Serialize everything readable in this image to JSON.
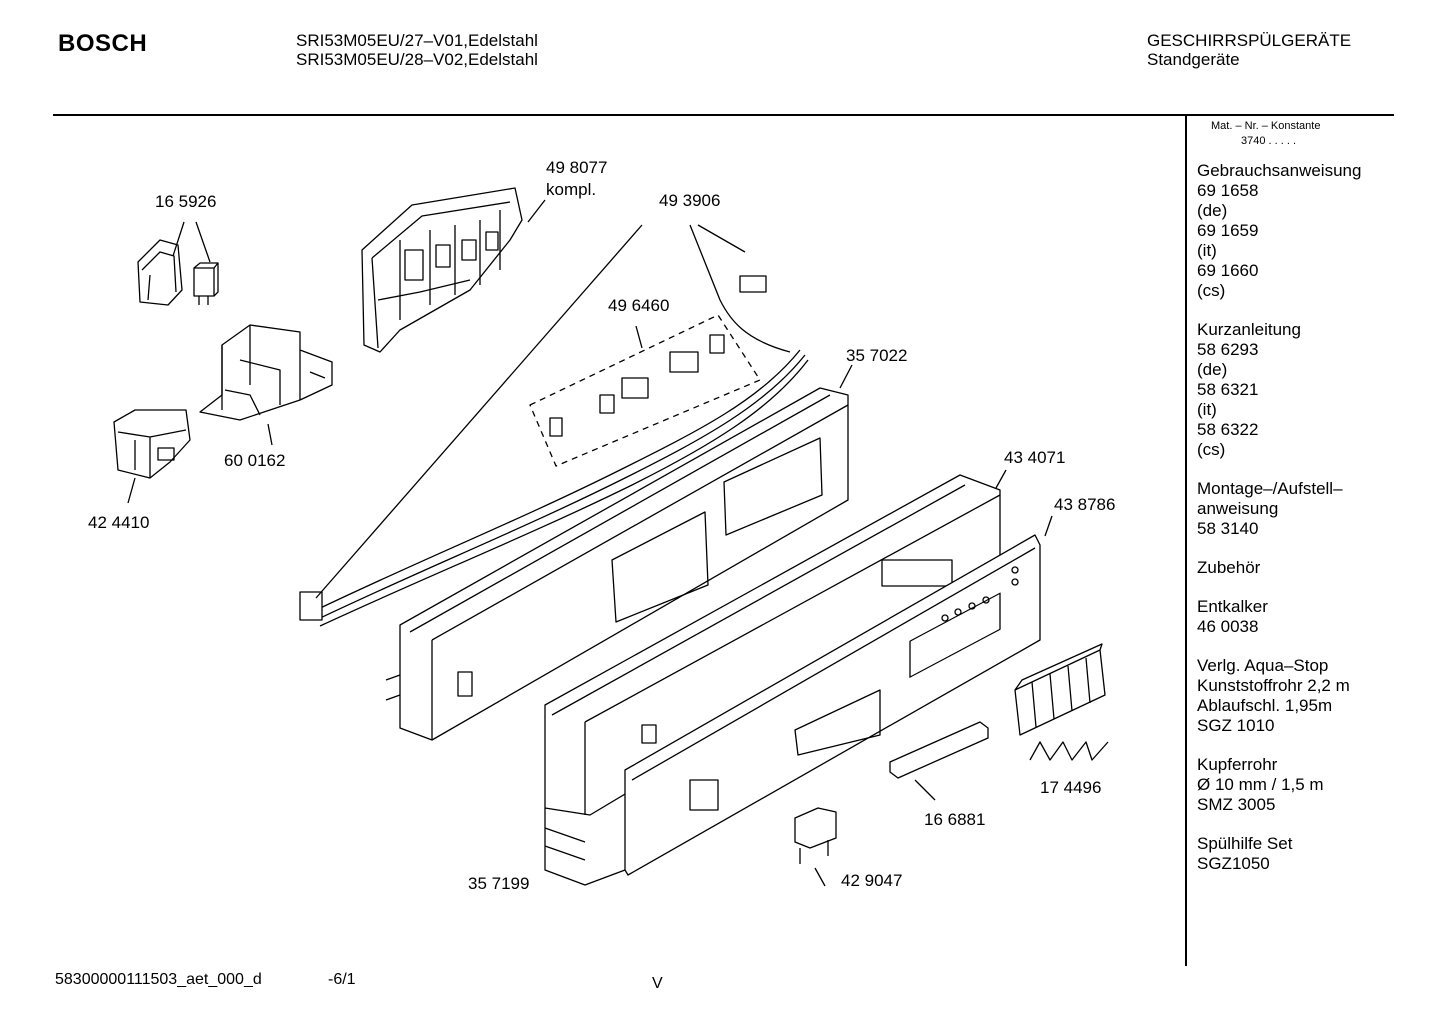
{
  "header": {
    "brand": "BOSCH",
    "models": [
      "SRI53M05EU/27–V01,Edelstahl",
      "SRI53M05EU/28–V02,Edelstahl"
    ],
    "category": "GESCHIRRSPÜLGERÄTE",
    "subcategory": "Standgeräte"
  },
  "sidebar": {
    "mat_label": "Mat. – Nr. – Konstante",
    "mat_value": "3740  .   .   .   .   .",
    "groups": [
      [
        "Gebrauchsanweisung",
        "69 1658",
        "(de)",
        "69 1659",
        "(it)",
        "69 1660",
        "(cs)"
      ],
      [
        "Kurzanleitung",
        "58 6293",
        "(de)",
        "58 6321",
        "(it)",
        "58 6322",
        "(cs)"
      ],
      [
        "Montage–/Aufstell–",
        "anweisung",
        "58 3140"
      ],
      [
        "Zubehör"
      ],
      [
        "Entkalker",
        "46 0038"
      ],
      [
        "Verlg. Aqua–Stop",
        "Kunststoffrohr 2,2 m",
        "Ablaufschl. 1,95m",
        "SGZ 1010"
      ],
      [
        "Kupferrohr",
        "Ø 10 mm / 1,5 m",
        "SMZ 3005"
      ],
      [
        "Spülhilfe Set",
        "SGZ1050"
      ]
    ]
  },
  "parts": {
    "p498077": "49 8077",
    "p498077_sub": "kompl.",
    "p165926": "16 5926",
    "p493906": "49 3906",
    "p496460": "49 6460",
    "p357022": "35 7022",
    "p600162": "60 0162",
    "p424410": "42 4410",
    "p434071": "43 4071",
    "p438786": "43 8786",
    "p174496": "17 4496",
    "p166881": "16 6881",
    "p357199": "35 7199",
    "p429047": "42 9047"
  },
  "footer": {
    "code": "58300000111503_aet_000_d",
    "page": "-6/1",
    "mark": "V"
  }
}
